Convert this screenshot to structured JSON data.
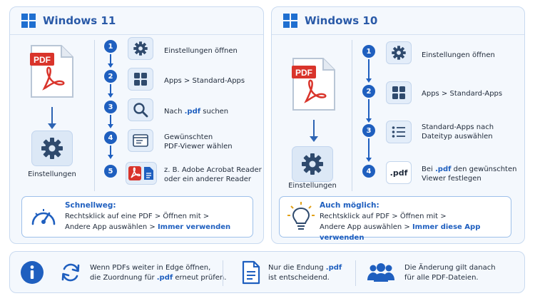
{
  "win11": {
    "title": "Windows 11",
    "pdf_label": "PDF",
    "settings_label": "Einstellungen",
    "steps": [
      {
        "num": "1",
        "icon": "gear-icon",
        "text": "Einstellungen öffnen"
      },
      {
        "num": "2",
        "icon": "apps-grid-icon",
        "text": "Apps > Standard-Apps"
      },
      {
        "num": "3",
        "icon": "search-icon",
        "text_pre": "Nach ",
        "text_hl": ".pdf",
        "text_post": " suchen"
      },
      {
        "num": "4",
        "icon": "window-icon",
        "text_line1": "Gewünschten",
        "text_line2": "PDF-Viewer wählen"
      },
      {
        "num": "5",
        "icon": "acrobat-and-document-icons",
        "text_line1": "z. B. Adobe Acrobat Reader",
        "text_line2": "oder ein anderer Reader"
      }
    ],
    "tip": {
      "title": "Schnellweg:",
      "line1": "Rechtsklick auf eine PDF > Öffnen mit >",
      "line2_pre": "Andere App auswählen > ",
      "line2_hl": "Immer verwenden"
    }
  },
  "win10": {
    "title": "Windows 10",
    "pdf_label": "PDF",
    "settings_label": "Einstellungen",
    "steps": [
      {
        "num": "1",
        "icon": "gear-icon",
        "text": "Einstellungen öffnen"
      },
      {
        "num": "2",
        "icon": "apps-grid-icon",
        "text": "Apps > Standard-Apps"
      },
      {
        "num": "3",
        "icon": "list-icon",
        "text_line1": "Standard-Apps nach",
        "text_line2": "Dateityp auswählen"
      },
      {
        "num": "4",
        "icon": "pdf-extension-icon",
        "icon_text": ".pdf",
        "text_line1_pre": "Bei ",
        "text_line1_hl": ".pdf",
        "text_line1_post": " den gewünschten",
        "text_line2": "Viewer festlegen"
      }
    ],
    "tip": {
      "title": "Auch möglich:",
      "line1": "Rechtsklick auf PDF > Öffnen mit >",
      "line2_pre": "Andere App auswählen > ",
      "line2_hl": "Immer diese App verwenden"
    }
  },
  "bottom": {
    "note1_line1": "Wenn PDFs weiter in Edge öffnen,",
    "note1_line2_pre": "die Zuordnung für ",
    "note1_line2_hl": ".pdf",
    "note1_line2_post": " erneut prüfen.",
    "note2_line1_pre": "Nur die Endung ",
    "note2_line1_hl": ".pdf",
    "note2_line2": "ist entscheidend.",
    "note3_line1": "Die Änderung gilt danach",
    "note3_line2": "für alle PDF-Dateien."
  },
  "colors": {
    "accent": "#1f5fbf",
    "pdf_red": "#d9342b",
    "panel_bg": "#f4f8fd"
  }
}
